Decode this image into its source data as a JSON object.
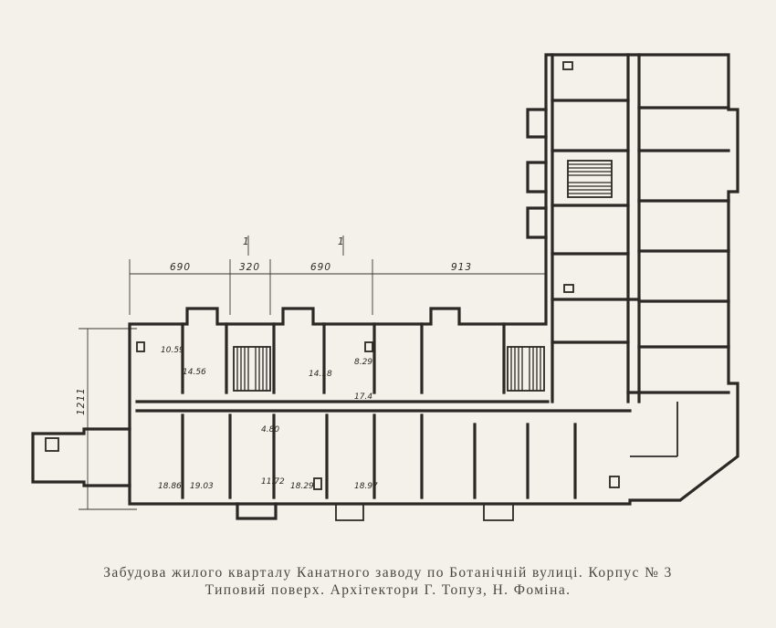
{
  "dimensions": [
    "690",
    "320",
    "690",
    "913",
    "1211"
  ],
  "section_marks": [
    "1",
    "1"
  ],
  "rooms": [
    "10.59",
    "14.56",
    "14.18",
    "8.29",
    "17.4",
    "4.80",
    "18.86",
    "19.03",
    "11.72",
    "18.29",
    "18.97"
  ],
  "caption": {
    "line1": "Забудова жилого кварталу Канатного заводу по Ботанічній вулиці. Корпус № 3",
    "line2": "Типовий поверх. Архітектори Г. Топуз, Н. Фоміна."
  }
}
